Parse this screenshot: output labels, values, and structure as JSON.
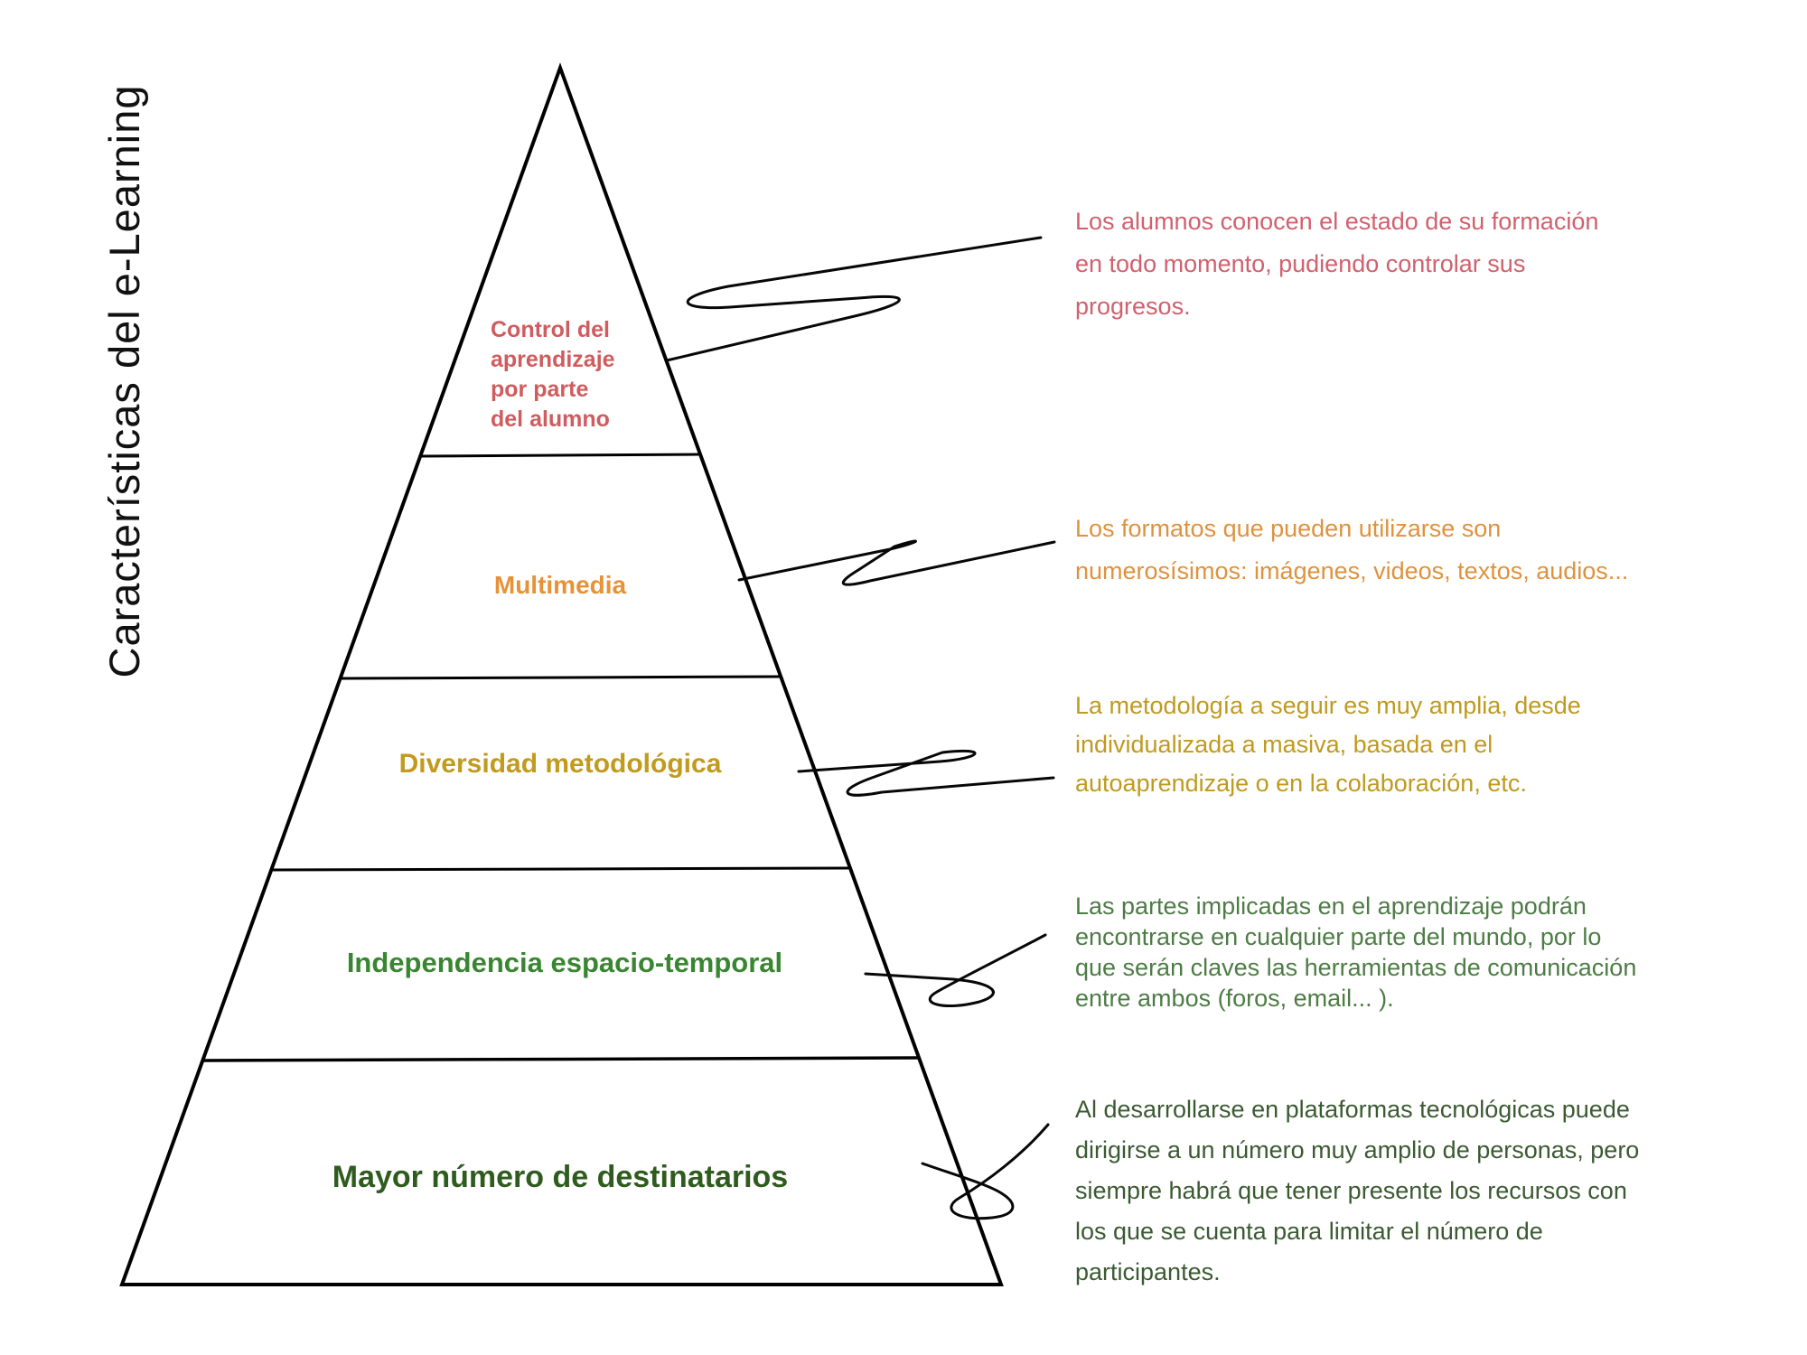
{
  "title": "Características del e-Learning",
  "pyramid": {
    "levels": [
      {
        "label": "Control del\naprendizaje\npor parte\ndel alumno",
        "color": "#cf5c5e"
      },
      {
        "label": "Multimedia",
        "color": "#e79238"
      },
      {
        "label": "Diversidad metodológica",
        "color": "#c29a1d"
      },
      {
        "label": "Independencia espacio-temporal",
        "color": "#398630"
      },
      {
        "label": "Mayor número de destinatarios",
        "color": "#2f5c1e"
      }
    ]
  },
  "annotations": [
    {
      "text": "Los alumnos conocen el estado de su formación\nen todo momento, pudiendo controlar sus\nprogresos.",
      "color": "#d0616e"
    },
    {
      "text": "Los formatos que pueden utilizarse son\nnumerosísimos: imágenes, videos, textos, audios...",
      "color": "#df923d"
    },
    {
      "text": "La metodología a seguir es muy amplia, desde\nindividualizada a masiva, basada en el\nautoaprendizaje o en la colaboración, etc.",
      "color": "#bf9a20"
    },
    {
      "text": "Las partes implicadas en el aprendizaje podrán\nencontrarse en cualquier parte del mundo, por lo\nque serán claves las herramientas de comunicación\nentre ambos (foros, email... ).",
      "color": "#4d7c45"
    },
    {
      "text": "Al desarrollarse en plataformas tecnológicas puede\ndirigirse a un número muy amplio de personas, pero\nsiempre habrá que tener presente los recursos con\nlos que se cuenta para limitar el número de\nparticipantes.",
      "color": "#3b5a32"
    }
  ]
}
